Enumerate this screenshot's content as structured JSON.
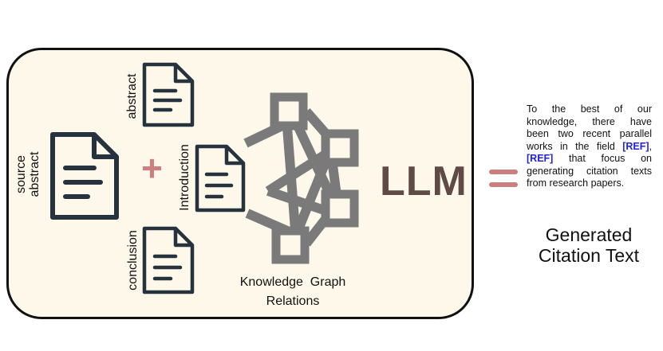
{
  "labels": {
    "source_abstract_line1": "source",
    "source_abstract_line2": "abstract",
    "abstract": "abstract",
    "introduction": "Introduction",
    "conclusion": "conclusion",
    "plus": "+",
    "kg_line1": "Knowledge  Graph",
    "kg_line2": "Relations",
    "llm": "LLM"
  },
  "citation": {
    "part1": "To the best of our knowledge, there have been two recent parallel works in the field ",
    "ref1": "[REF]",
    "part2": ", ",
    "ref2": "[REF]",
    "part3": " that focus on generating citation texts from research papers."
  },
  "output": {
    "line1": "Generated",
    "line2": "Citation Text"
  },
  "colors": {
    "panel_bg": "#fdf8ea",
    "doc_stroke": "#26323e",
    "graph_gray": "#7a7a7a",
    "accent_pink": "#cc7f7f",
    "llm_brown": "#5f4a46",
    "ref_blue": "#2222dd"
  },
  "icons": [
    "document-icon",
    "knowledge-graph-icon"
  ]
}
